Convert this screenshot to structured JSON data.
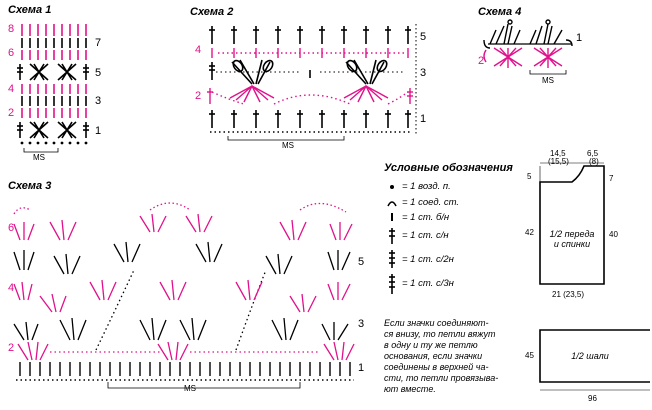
{
  "colors": {
    "accent": "#e0128c",
    "ink": "#000000"
  },
  "scheme1": {
    "title": "Схема 1",
    "left_rows": [
      "8",
      "6",
      "4",
      "2"
    ],
    "right_rows": [
      "7",
      "5",
      "3",
      "1"
    ],
    "ms": "MS"
  },
  "scheme2": {
    "title": "Схема 2",
    "left_rows": [
      "4",
      "2"
    ],
    "right_rows": [
      "5",
      "3",
      "1"
    ],
    "ms": "MS"
  },
  "scheme3": {
    "title": "Схема 3",
    "left_rows": [
      "6",
      "4",
      "2"
    ],
    "right_rows": [
      "5",
      "3",
      "1"
    ],
    "ms": "MS"
  },
  "scheme4": {
    "title": "Схема 4",
    "left_rows": [
      "2"
    ],
    "right_rows": [
      "1"
    ],
    "ms": "MS"
  },
  "legend": {
    "title": "Условные обозначения",
    "items": [
      {
        "symbol": "chain-icon",
        "text": "= 1 возд. п."
      },
      {
        "symbol": "slip-stitch-icon",
        "text": "= 1 соед. ст."
      },
      {
        "symbol": "sc-icon",
        "text": "= 1 ст. б/н"
      },
      {
        "symbol": "dc-icon",
        "text": "= 1 ст. с/н"
      },
      {
        "symbol": "dc2-icon",
        "text": "= 1 ст. с/2н"
      },
      {
        "symbol": "dc3-icon",
        "text": "= 1 ст. с/3н"
      }
    ],
    "note_lines": [
      "Если значки соединяют-",
      "ся внизу, то петли вяжут",
      "в одну и ту же петлю",
      "основания, если значки",
      "соединены в верхней ча-",
      "сти, то петли провязыва-",
      "ют вместе."
    ]
  },
  "pattern_front": {
    "label_line1": "1/2 переда",
    "label_line2": "и спинки",
    "top_left": "14,5",
    "top_left_alt": "(15,5)",
    "top_right": "6,5",
    "top_right_alt": "(8)",
    "left_top": "5",
    "right_top": "7",
    "left_height": "42",
    "right_height": "40",
    "bottom": "21 (23,5)"
  },
  "pattern_shawl": {
    "label": "1/2 шали",
    "height": "45",
    "width": "96"
  }
}
